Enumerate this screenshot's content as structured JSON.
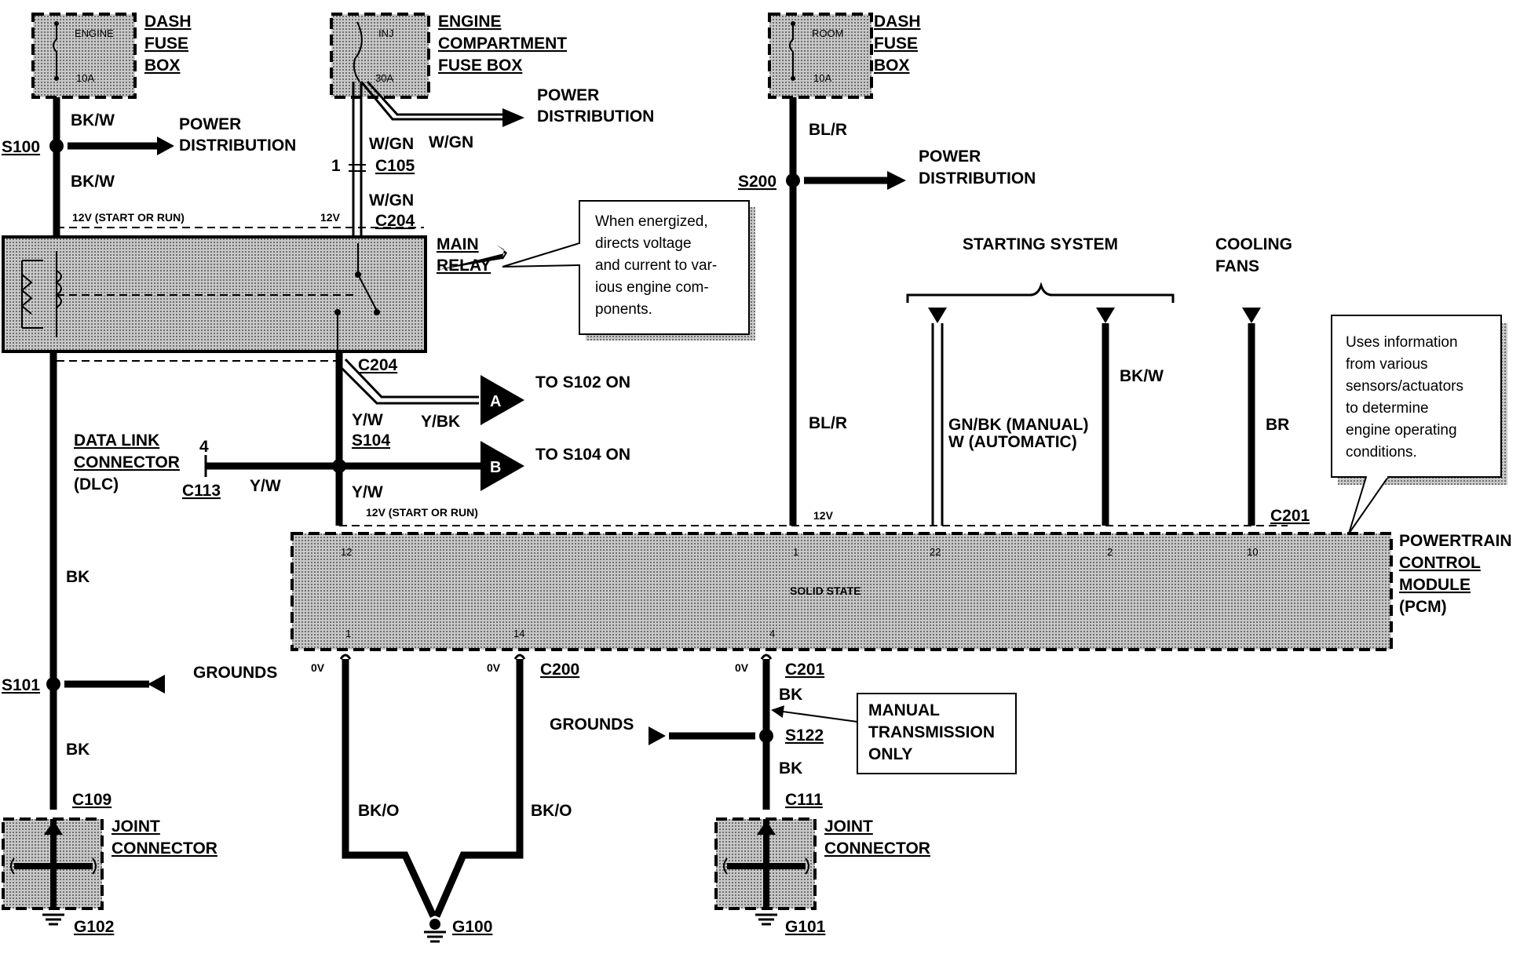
{
  "fuse_boxes": {
    "dash_left": {
      "title": [
        "DASH",
        "FUSE",
        "BOX"
      ],
      "fuse_name": "ENGINE",
      "rating": "10A"
    },
    "engine_compartment": {
      "title": [
        "ENGINE",
        "COMPARTMENT",
        "FUSE BOX"
      ],
      "fuse_name": "INJ",
      "rating": "30A"
    },
    "dash_right": {
      "title": [
        "DASH",
        "FUSE",
        "BOX"
      ],
      "fuse_name": "ROOM",
      "rating": "10A"
    }
  },
  "power_distribution": "POWER",
  "power_distribution_2": "DISTRIBUTION",
  "splices": {
    "s100": "S100",
    "s101": "S101",
    "s104": "S104",
    "s122": "S122",
    "s200": "S200"
  },
  "connectors": {
    "c105": "C105",
    "c204_top": "C204",
    "c204_bottom": "C204",
    "c113": "C113",
    "c201_top": "C201",
    "c200": "C200",
    "c201_bottom": "C201",
    "c109": "C109",
    "c111": "C111",
    "c105_pin": "1",
    "dlc_pin": "4"
  },
  "wires": {
    "bkw_1": "BK/W",
    "bkw_2": "BK/W",
    "wgn_1": "W/GN",
    "wgn_2": "W/GN",
    "wgn_3": "W/GN",
    "blr_1": "BL/R",
    "blr_2": "BL/R",
    "yw_1": "Y/W",
    "ybk": "Y/BK",
    "yw_2": "Y/W",
    "yw_3": "Y/W",
    "bk_1": "BK",
    "bk_2": "BK",
    "bk_3": "BK",
    "bk_4": "BK",
    "bko_1": "BK/O",
    "bko_2": "BK/O",
    "bkw_3": "BK/W",
    "gnbk_manual": "GN/BK (MANUAL)",
    "w_automatic": "W (AUTOMATIC)",
    "br": "BR"
  },
  "voltages": {
    "v12_start_run_top": "12V (START OR RUN)",
    "v12_relay": "12V",
    "v12_start_run_pcm": "12V (START OR RUN)",
    "v12_pcm": "12V",
    "ov_1": "0V",
    "ov_2": "0V",
    "ov_3": "0V"
  },
  "main_relay": {
    "title": [
      "MAIN",
      "RELAY"
    ]
  },
  "relay_note": [
    "When energized,",
    "directs voltage",
    "and current to var-",
    "ious engine com-",
    "ponents."
  ],
  "pcm_note": [
    "Uses information",
    "from various",
    "sensors/actuators",
    "to determine",
    "engine operating",
    "conditions."
  ],
  "off_page": {
    "a": "A",
    "b": "B",
    "to_a": "TO S102 ON",
    "to_b": "TO S104 ON"
  },
  "dlc": [
    "DATA LINK",
    "CONNECTOR",
    "(DLC)"
  ],
  "systems": {
    "starting": "STARTING SYSTEM",
    "cooling": [
      "COOLING",
      "FANS"
    ]
  },
  "pcm": {
    "title": [
      "POWERTRAIN",
      "CONTROL",
      "MODULE",
      "(PCM)"
    ],
    "solid_state": "SOLID STATE",
    "pins_top": [
      "12",
      "1",
      "22",
      "2",
      "10"
    ],
    "pins_bottom": [
      "1",
      "14",
      "4"
    ]
  },
  "grounds": {
    "label_left": "GROUNDS",
    "label_right": "GROUNDS",
    "g102": "G102",
    "g100": "G100",
    "g101": "G101"
  },
  "joint_connector": [
    "JOINT",
    "CONNECTOR"
  ],
  "manual_note": [
    "MANUAL",
    "TRANSMISSION",
    "ONLY"
  ]
}
